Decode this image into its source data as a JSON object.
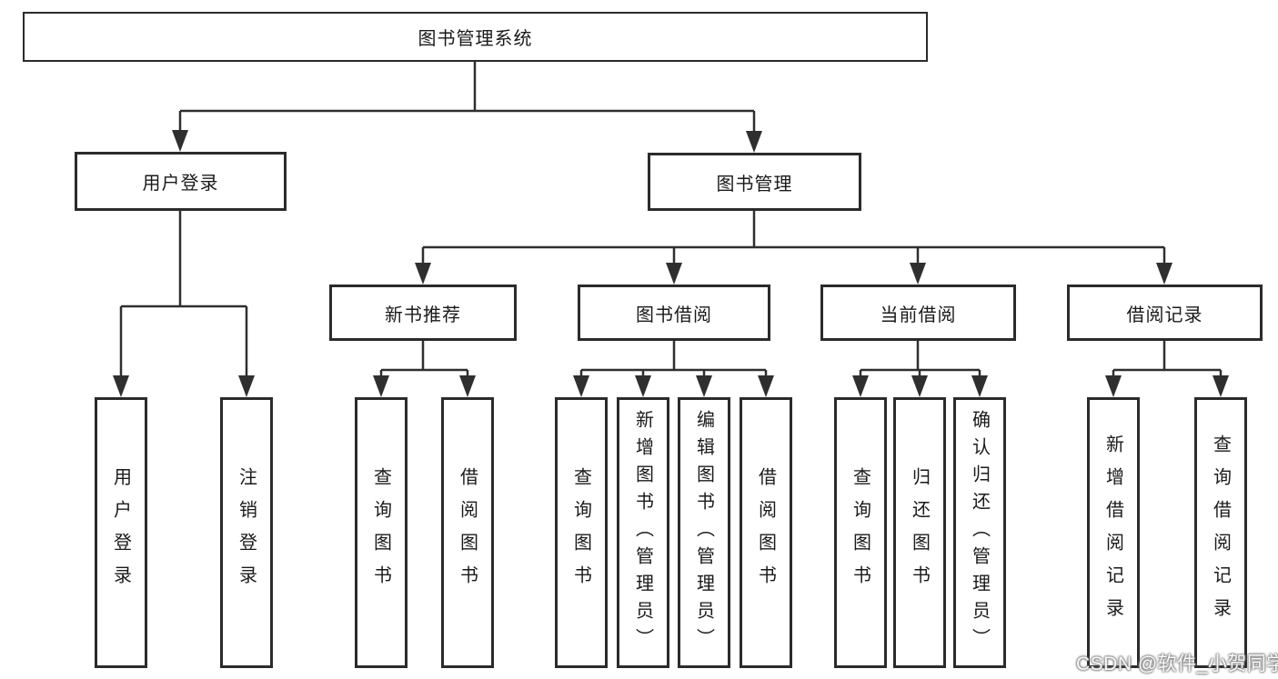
{
  "diagram": {
    "type": "hierarchy-function-structure",
    "colors": {
      "background": "#ffffff",
      "line": "#2f2f2f",
      "box_border": "#2b2b2b",
      "box_fill": "#ffffff",
      "text": "#1a1a1a",
      "watermark_text": "#f5f5f5"
    },
    "root": {
      "label": "图书管理系统",
      "children": [
        {
          "label": "用户登录",
          "children": [
            {
              "label": "用户登录"
            },
            {
              "label": "注销登录"
            }
          ]
        },
        {
          "label": "图书管理",
          "children": [
            {
              "label": "新书推荐",
              "children": [
                {
                  "label": "查询图书"
                },
                {
                  "label": "借阅图书"
                }
              ]
            },
            {
              "label": "图书借阅",
              "children": [
                {
                  "label": "查询图书"
                },
                {
                  "label": "新增图书（管理员）"
                },
                {
                  "label": "编辑图书（管理员）"
                },
                {
                  "label": "借阅图书"
                }
              ]
            },
            {
              "label": "当前借阅",
              "children": [
                {
                  "label": "查询图书"
                },
                {
                  "label": "归还图书"
                },
                {
                  "label": "确认归还（管理员）"
                }
              ]
            },
            {
              "label": "借阅记录",
              "children": [
                {
                  "label": "新增借阅记录"
                },
                {
                  "label": "查询借阅记录"
                }
              ]
            }
          ]
        }
      ]
    }
  },
  "watermark": {
    "text": "CSDN @软件_小贺同学"
  }
}
